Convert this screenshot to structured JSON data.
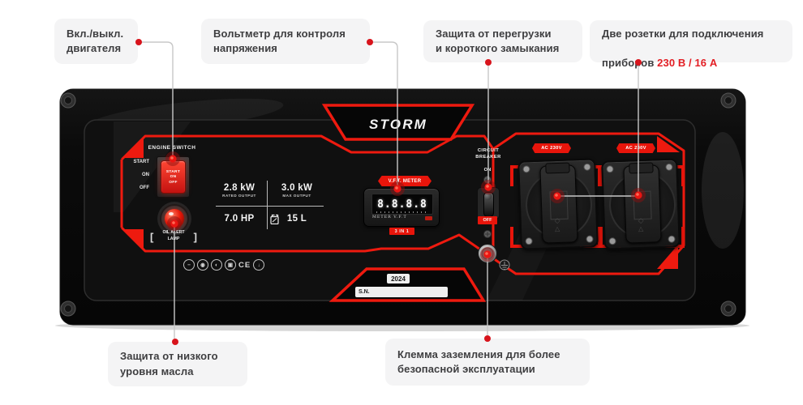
{
  "colors": {
    "accent_red": "#e8150b",
    "callout_red": "#e31e24",
    "panel_black": "#0b0b0b"
  },
  "callouts": [
    {
      "name": "engine-switch",
      "text": "Вкл./выкл.\nдвигателя"
    },
    {
      "name": "voltmeter",
      "text": "Вольтметр для контроля\nнапряжения"
    },
    {
      "name": "overload-protection",
      "text": "Защита от перегрузки\nи короткого замыкания"
    },
    {
      "name": "sockets",
      "line1": "Две розетки для подключения",
      "line2_pre": "приборов ",
      "line2_red": "230 В / 16 А"
    },
    {
      "name": "oil-protection",
      "text": "Защита от низкого\nуровня масла"
    },
    {
      "name": "ground-terminal",
      "text": "Клемма заземления для более\nбезопасной эксплуатации"
    }
  ],
  "panel": {
    "brand": "STORM",
    "engine_switch": {
      "title": "ENGINE SWITCH",
      "positions": [
        "START",
        "ON",
        "OFF"
      ],
      "rocker_lines": [
        "START",
        "ON",
        "OFF"
      ]
    },
    "oil_lamp": {
      "bracket_open": "[",
      "line1": "OIL ALERT",
      "line2": "LAMP",
      "bracket_close": "]"
    },
    "specs": {
      "rated_value": "2.8 kW",
      "rated_label": "RATED OUTPUT",
      "max_value": "3.0 kW",
      "max_label": "MAX OUTPUT",
      "hp_value": "7.0 HP",
      "fuel_value": "15 L"
    },
    "cert_icons": [
      "−",
      "◉",
      "◐",
      "▣",
      "CE",
      "↓"
    ],
    "meter": {
      "badge": "V.F.T. METER",
      "chevron_left": "‹",
      "chevron_right": "›",
      "display": "8.8.8.8",
      "screen_label": "METER V.F.T",
      "sub_badge": "3 IN 1"
    },
    "breaker": {
      "line1": "CIRCUIT",
      "line2": "BREAKER",
      "on_label": "ON",
      "off_label": "OFF"
    },
    "sockets": {
      "badge": "AC 230V",
      "glyph_diamond": "◇",
      "glyph_triangle": "△"
    },
    "labels": {
      "year": "2024",
      "serial": "S.N."
    }
  }
}
